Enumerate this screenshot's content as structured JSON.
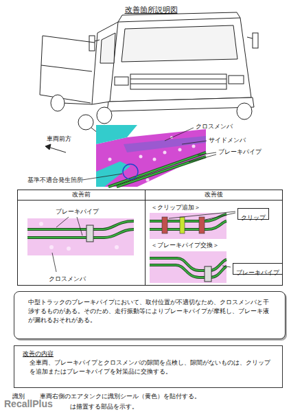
{
  "diagram": {
    "title": "改善箇所説明図",
    "nodes": [
      {
        "text": [
          "改善前"
        ]
      },
      {
        "text": [
          "改善後"
        ]
      },
      {
        "text": [
          "ブレーキパイプ",
          "クロスメンバ"
        ]
      },
      {
        "text": [
          "＜クリップ追加＞",
          "＜ブレーキパイプ交換＞"
        ]
      },
      {
        "text": [
          "クリップ"
        ],
        "in": 3
      },
      {
        "text": [
          "ブレーキパイプ"
        ],
        "in": 3
      },
      {
        "text": [
          "中型トラックのブレーキパイプにおいて、取付位置が不適切なため、クロスメンバと干渉するものがある。そのため、走行振動等によりブレーキパイプが摩耗し、ブレーキ液が漏れるおそれがある。"
        ]
      },
      {
        "text": [
          "改善の内容",
          "全車両、ブレーキパイプとクロスメンバの隙間を点検し、隙間がないものは、クリップを追加またはブレーキパイプを対策品に交換する。"
        ]
      }
    ],
    "labels": [
      "車両前方",
      "クロスメンバ",
      "サイドメンバ",
      "ブレーキパイプ",
      "基準不適合発生箇所",
      "識別",
      "車両右側のエアタンクに識別シール（黄色）を貼付する。",
      "は措置する部品を示す。",
      "RecallPlus"
    ]
  }
}
